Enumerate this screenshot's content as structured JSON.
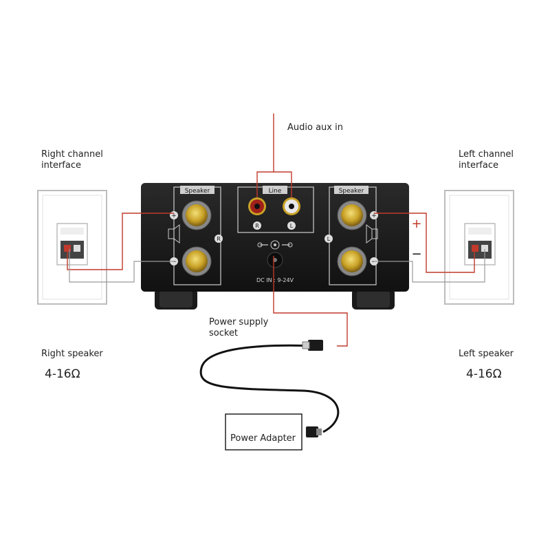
{
  "labels": {
    "audio_aux_in": "Audio aux in",
    "right_channel_line1": "Right channel",
    "right_channel_line2": "interface",
    "left_channel_line1": "Left channel",
    "left_channel_line2": "interface",
    "power_supply_line1": "Power supply",
    "power_supply_line2": "socket",
    "right_speaker": "Right speaker",
    "left_speaker": "Left speaker",
    "right_impedance": "4-16Ω",
    "left_impedance": "4-16Ω",
    "power_adapter": "Power  Adapter"
  },
  "amplifier": {
    "speaker_left_label": "Speaker",
    "speaker_right_label": "Speaker",
    "line_label": "Line",
    "rca_r": "R",
    "rca_l": "L",
    "channel_r": "R",
    "channel_l": "L",
    "plus": "+",
    "minus": "−",
    "dc_in": "DC IN : 9-24V"
  },
  "polarity": {
    "plus": "+",
    "minus": "−"
  },
  "colors": {
    "red_wire": "#c0392b",
    "gray_wire": "#999999",
    "amp_body": "#1c1c1c",
    "gold": "#c9a227"
  }
}
